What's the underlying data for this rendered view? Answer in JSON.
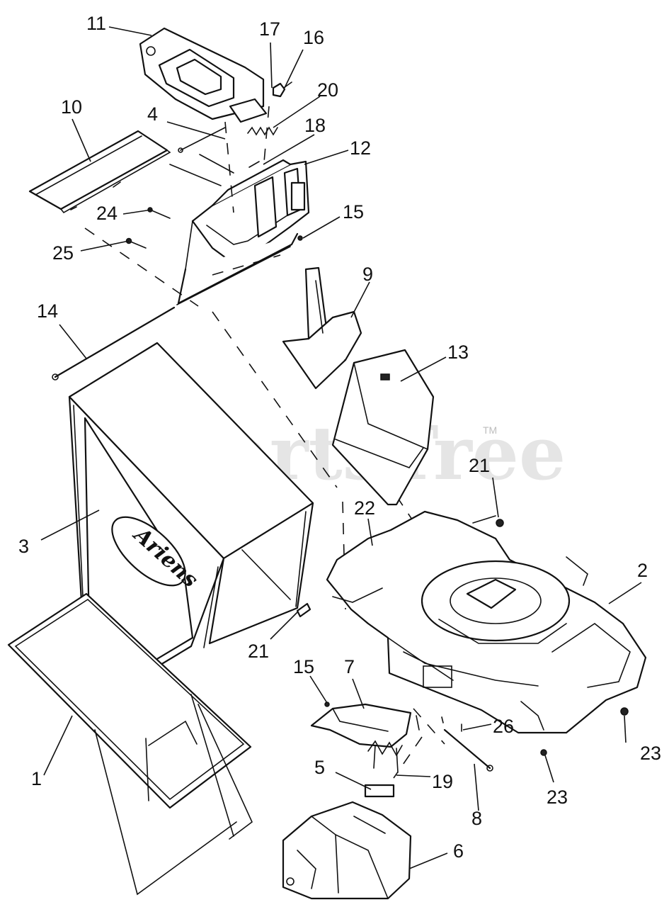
{
  "watermark": {
    "text": "PartsTree",
    "mark": "TM"
  },
  "brand_logo": "Ariens",
  "callouts": [
    "1",
    "2",
    "3",
    "4",
    "5",
    "6",
    "7",
    "8",
    "9",
    "10",
    "11",
    "12",
    "13",
    "14",
    "15",
    "16",
    "17",
    "18",
    "19",
    "20",
    "21",
    "22",
    "23",
    "24",
    "25",
    "26"
  ],
  "labels": {
    "l1": "1",
    "l2": "2",
    "l3": "3",
    "l4": "4",
    "l5": "5",
    "l6": "6",
    "l7": "7",
    "l8": "8",
    "l9": "9",
    "l10": "10",
    "l11": "11",
    "l12": "12",
    "l13": "13",
    "l14": "14",
    "l15a": "15",
    "l15b": "15",
    "l16": "16",
    "l17": "17",
    "l18": "18",
    "l19": "19",
    "l20": "20",
    "l21a": "21",
    "l21b": "21",
    "l22": "22",
    "l23a": "23",
    "l23b": "23",
    "l24": "24",
    "l25": "25",
    "l26": "26"
  },
  "colors": {
    "line": "#111111",
    "background": "#ffffff",
    "watermark": "#cfcfcf"
  }
}
